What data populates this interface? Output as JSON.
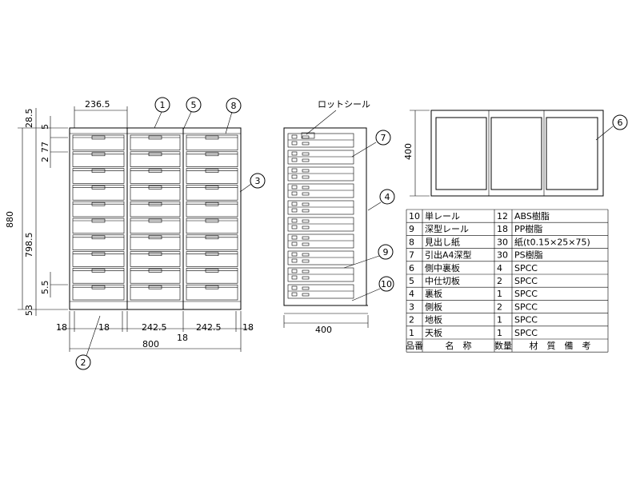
{
  "front": {
    "dims": {
      "w1": "236.5",
      "h_top": "28.5",
      "h5": "5",
      "h77": "77",
      "h2": "2",
      "h880": "880",
      "h798": "798.5",
      "h55": "5.5",
      "h53": "53",
      "b18a": "18",
      "b18b": "18",
      "b242a": "242.5",
      "b242b": "242.5",
      "b18c": "18",
      "b18mid": "18",
      "w800": "800"
    },
    "callouts": [
      "1",
      "5",
      "8",
      "3",
      "2"
    ]
  },
  "side": {
    "lot_label": "ロットシール",
    "w400": "400",
    "callouts": [
      "7",
      "4",
      "9",
      "10"
    ]
  },
  "top": {
    "h400": "400",
    "callout": "6"
  },
  "parts": {
    "header": [
      "品番",
      "名　称",
      "数量",
      "材　質　備　考"
    ],
    "rows": [
      [
        "10",
        "単レール",
        "12",
        "ABS樹脂"
      ],
      [
        "9",
        "深型レール",
        "18",
        "PP樹脂"
      ],
      [
        "8",
        "見出し紙",
        "30",
        "紙(t0.15×25×75)"
      ],
      [
        "7",
        "引出A4深型",
        "30",
        "PS樹脂"
      ],
      [
        "6",
        "側中裏板",
        "4",
        "SPCC"
      ],
      [
        "5",
        "中仕切板",
        "2",
        "SPCC"
      ],
      [
        "4",
        "裏板",
        "1",
        "SPCC"
      ],
      [
        "3",
        "側板",
        "2",
        "SPCC"
      ],
      [
        "2",
        "地板",
        "1",
        "SPCC"
      ],
      [
        "1",
        "天板",
        "1",
        "SPCC"
      ]
    ]
  }
}
